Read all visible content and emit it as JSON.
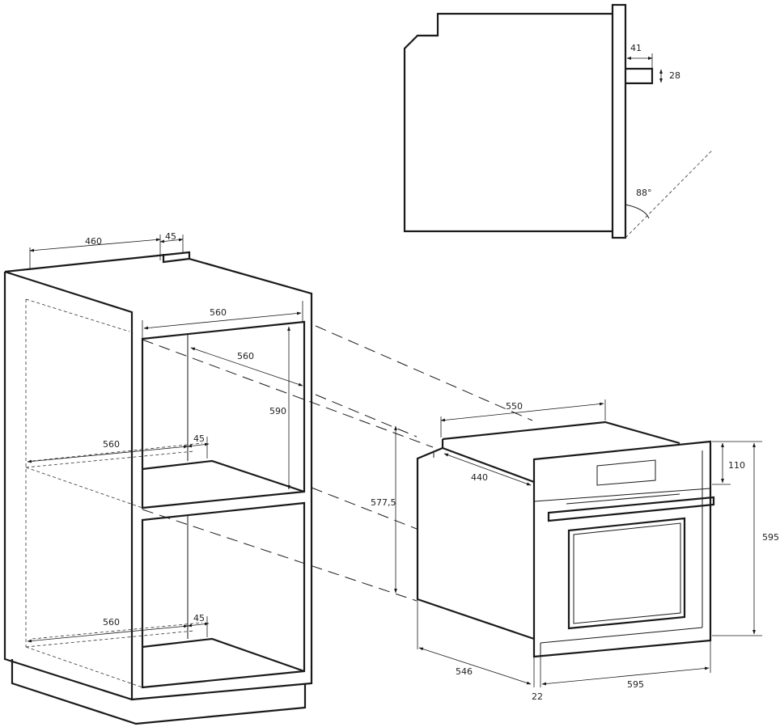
{
  "side_view": {
    "dim_handle_depth": "41",
    "dim_handle_height": "28",
    "door_angle": "88°"
  },
  "cabinet": {
    "dim_depth": "460",
    "dim_rear_gap": "45",
    "dim_top_width": "560",
    "dim_inner_depth": "560",
    "dim_niche_height": "590",
    "dim_shelf_depth": "560",
    "dim_shelf_gap": "45",
    "dim_base_depth": "560",
    "dim_base_gap": "45"
  },
  "oven": {
    "dim_top_width": "550",
    "dim_body_depth": "440",
    "dim_body_height": "577,5",
    "dim_panel_height": "110",
    "dim_front_height": "595",
    "dim_total_depth": "546",
    "dim_front_thickness": "22",
    "dim_front_width": "595"
  }
}
